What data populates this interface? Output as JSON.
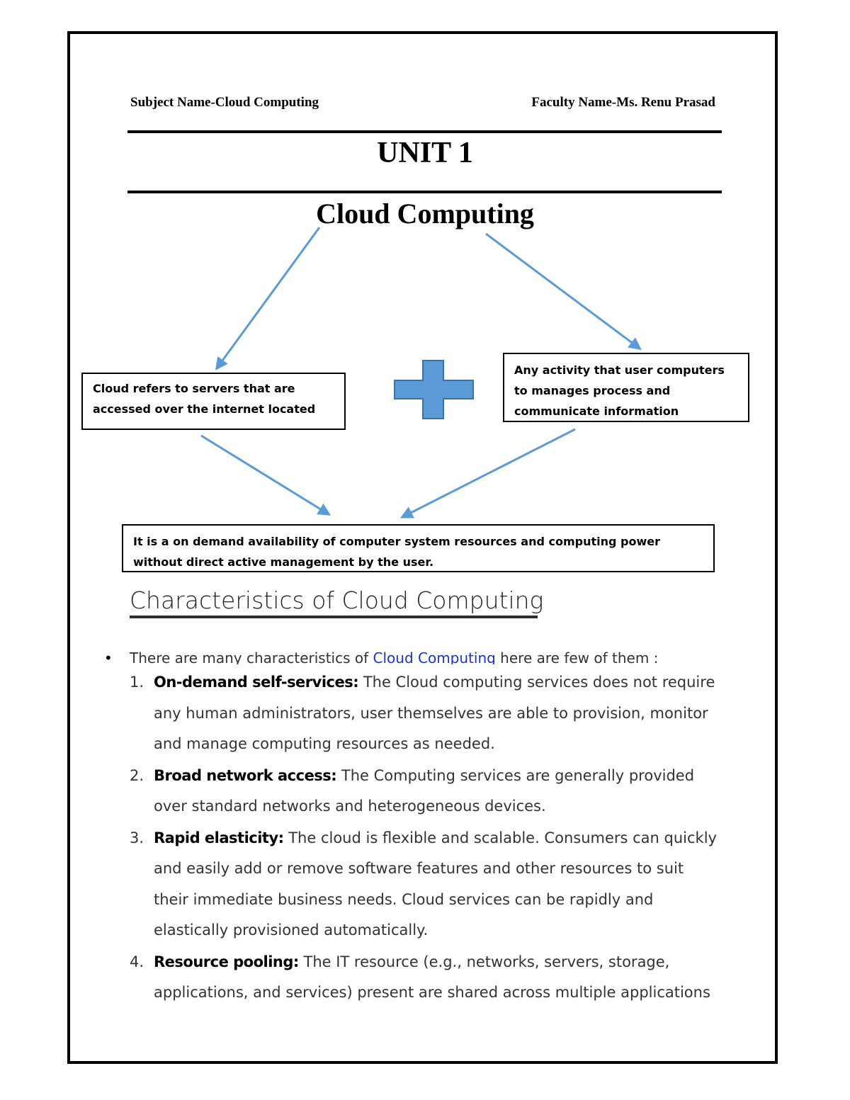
{
  "header": {
    "subject": "Subject Name-Cloud Computing",
    "faculty": "Faculty Name-Ms. Renu Prasad"
  },
  "unit_title": "UNIT 1",
  "main_title": "Cloud Computing",
  "diagram": {
    "cloud_box": "Cloud refers to servers that are accessed over the internet located",
    "computing_box": "Any activity that user computers to manages process and communicate information",
    "definition_box": "It is a on demand availability of computer system resources and computing power without direct active management by the user.",
    "arrow_color": "#5b9bd5",
    "plus_color": "#5b9bd5",
    "plus_border": "#41719c"
  },
  "characteristics": {
    "title": "Characteristics of Cloud Computing",
    "intro_prefix": "There are many characteristics of ",
    "intro_link": "Cloud Computing",
    "intro_suffix": " here are few of them :",
    "items": [
      {
        "num": "1.",
        "term": "On-demand self-services:",
        "text": " The Cloud computing services does not require any human administrators, user themselves are able to provision, monitor and manage computing resources as needed."
      },
      {
        "num": "2.",
        "term": "Broad network access:",
        "text": " The Computing services are generally provided over standard networks and heterogeneous devices."
      },
      {
        "num": "3.",
        "term": "Rapid elasticity:",
        "text": " The cloud is flexible and scalable. Consumers can quickly and easily add or remove software features and other resources to suit their immediate business needs. Cloud services can be rapidly and elastically provisioned automatically."
      },
      {
        "num": "4.",
        "term": "Resource pooling:",
        "text": " The IT resource (e.g., networks, servers, storage, applications, and services) present are shared across multiple applications"
      }
    ]
  }
}
